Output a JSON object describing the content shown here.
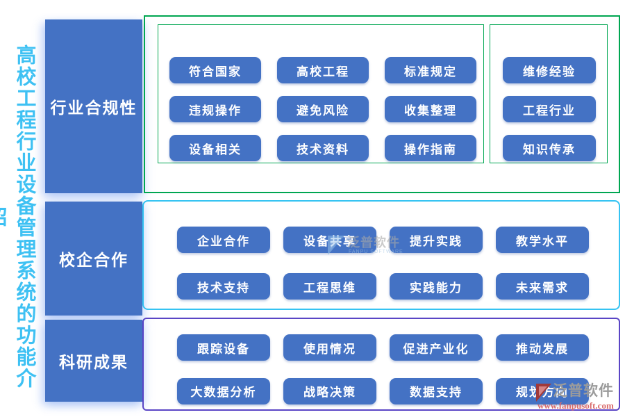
{
  "page": {
    "vertical_title": "高校工程行业设备管理系统的功能介绍"
  },
  "colors": {
    "button_blue": "#4472c4",
    "title_blue": "#3ec1f3",
    "section1_border_green": "#00a651",
    "section2_border_cyan": "#35c3f2",
    "section3_border_purple": "#5a45c5",
    "watermark_gray": "#9b9b9b",
    "watermark_url_red": "#d96a6a"
  },
  "sections": [
    {
      "label": "行业合规性",
      "groups": [
        {
          "buttons": [
            "符合国家",
            "高校工程",
            "标准规定",
            "违规操作",
            "避免风险",
            "收集整理",
            "设备相关",
            "技术资料",
            "操作指南"
          ]
        },
        {
          "buttons": [
            "维修经验",
            "工程行业",
            "知识传承"
          ]
        }
      ]
    },
    {
      "label": "校企合作",
      "groups": [
        {
          "buttons": [
            "企业合作",
            "设备共享",
            "提升实践",
            "教学水平",
            "技术支持",
            "工程思维",
            "实践能力",
            "未来需求"
          ]
        }
      ]
    },
    {
      "label": "科研成果",
      "groups": [
        {
          "buttons": [
            "跟踪设备",
            "使用情况",
            "促进产业化",
            "推动发展",
            "大数据分析",
            "战略决策",
            "数据支持",
            "规划方向"
          ]
        }
      ]
    }
  ],
  "watermarks": {
    "center": {
      "brand": "泛普软件",
      "sub": "FANPU SOFTWARE"
    },
    "corner": {
      "brand": "泛普软件",
      "url": "www.fanpusoft.com"
    }
  }
}
